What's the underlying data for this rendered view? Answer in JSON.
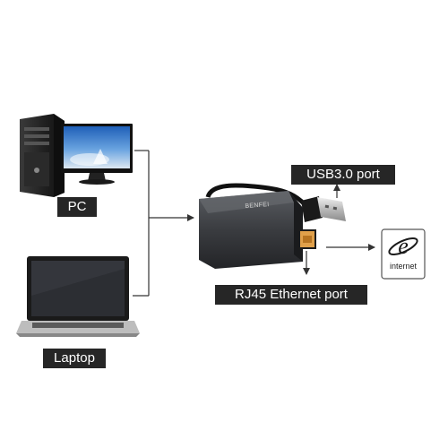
{
  "labels": {
    "pc": "PC",
    "laptop": "Laptop",
    "usb_port": "USB3.0 port",
    "rj45_port": "RJ45 Ethernet port"
  },
  "adapter": {
    "brand": "BENFEI"
  },
  "internet_icon": {
    "text": "internet",
    "icon": "ie-logo-icon"
  },
  "colors": {
    "label_bg": "#262626",
    "label_text": "#ffffff",
    "rj45_port": "#e0a04a",
    "lines": "#333333"
  }
}
